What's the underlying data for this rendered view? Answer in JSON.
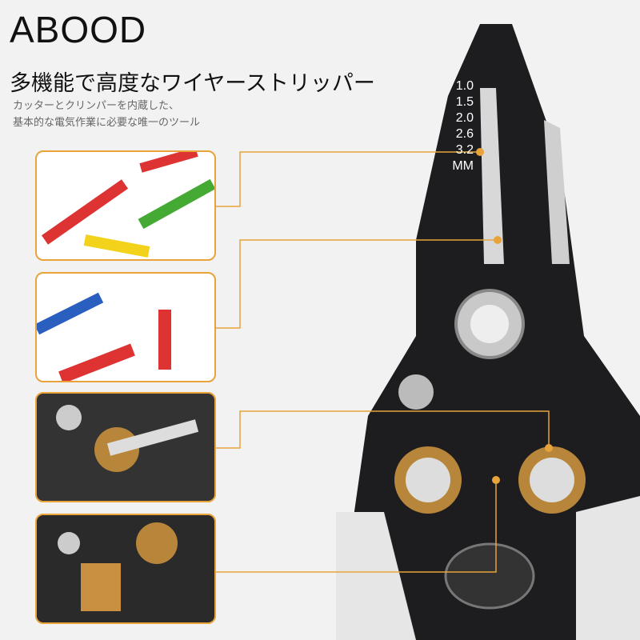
{
  "brand": "ABOOD",
  "title": "多機能で高度なワイヤーストリッパー",
  "subtitle_lines": [
    "カッターとクリンパーを内蔵した、",
    "基本的な電気作業に必要な唯一のツール"
  ],
  "scale_labels": [
    "1.0",
    "1.5",
    "2.0",
    "2.6",
    "3.2",
    "MM"
  ],
  "accent_color": "#e8a33a"
}
